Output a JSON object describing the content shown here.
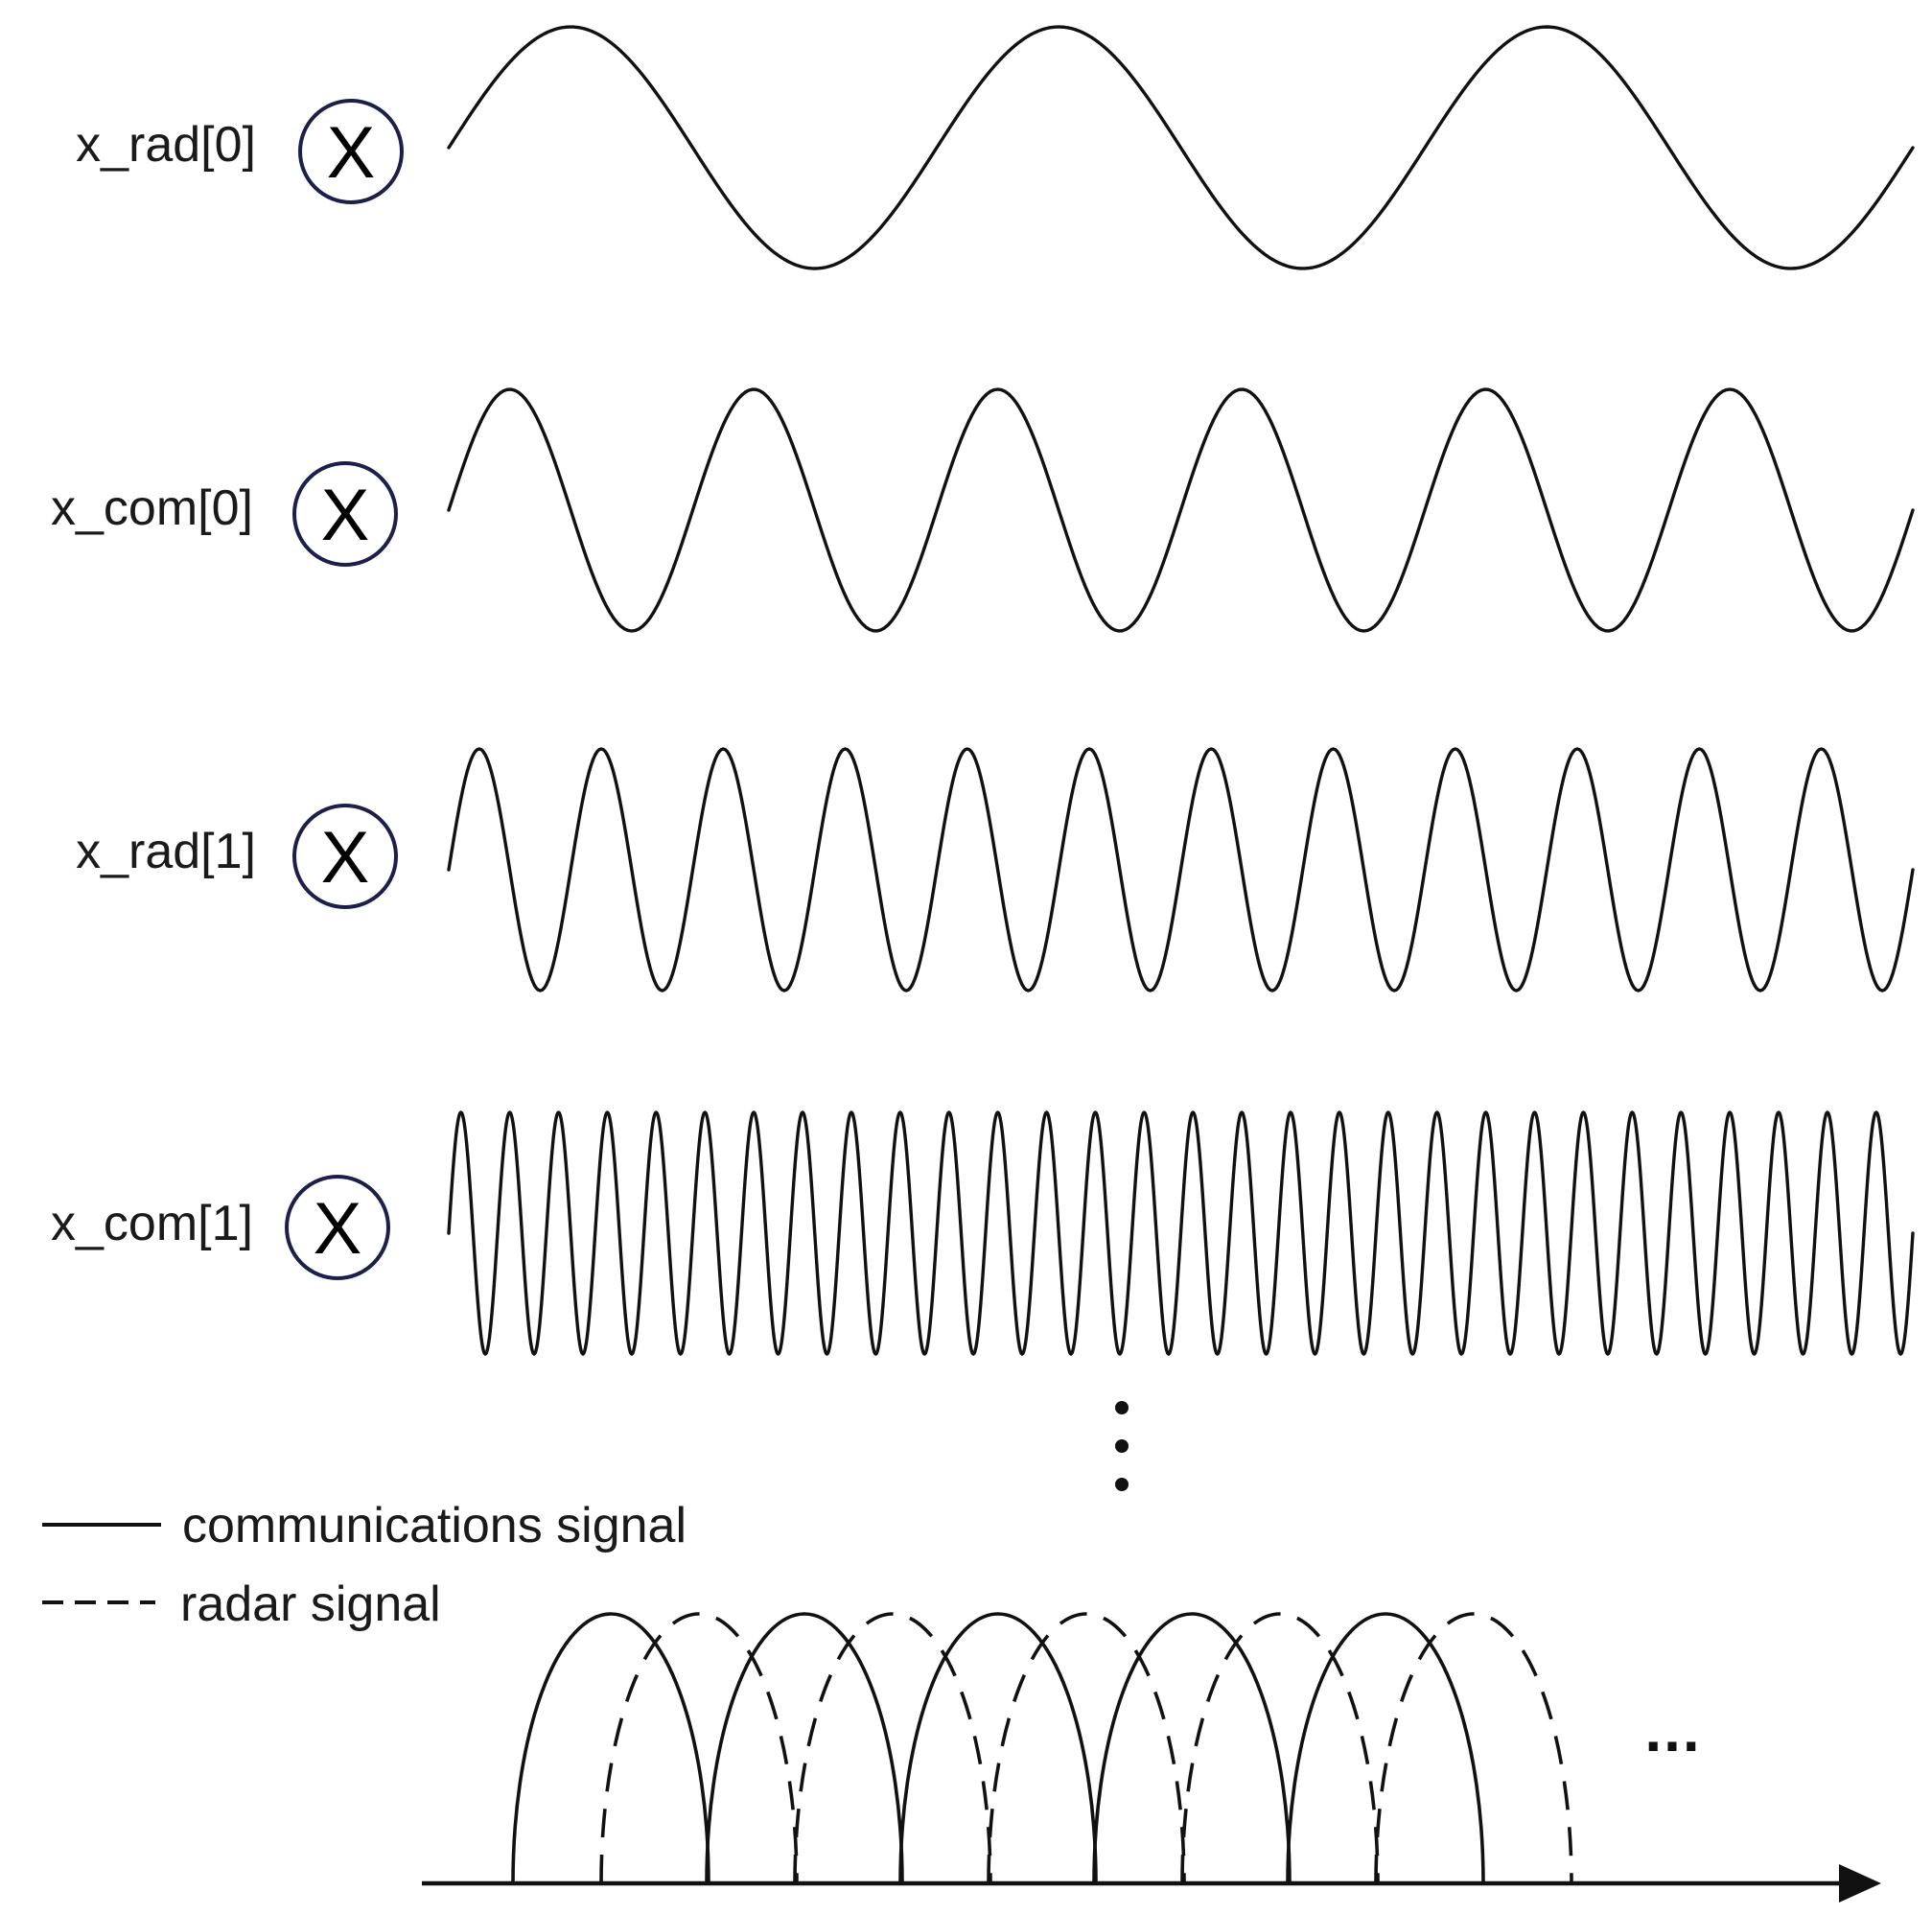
{
  "multiplier_symbol": "X",
  "rows": [
    {
      "label": "x_rad[0]",
      "cycles": 3,
      "signal": "radar"
    },
    {
      "label": "x_com[0]",
      "cycles": 6,
      "signal": "communications"
    },
    {
      "label": "x_rad[1]",
      "cycles": 12,
      "signal": "radar"
    },
    {
      "label": "x_com[1]",
      "cycles": 30,
      "signal": "communications"
    }
  ],
  "legend": {
    "solid_label": "communications signal",
    "dashed_label": "radar signal"
  },
  "spectrum": {
    "communications_lobes": 5,
    "radar_lobes": 5,
    "continuation": "..."
  },
  "colors": {
    "stroke": "#111111",
    "circle": "#1b1f4a"
  }
}
